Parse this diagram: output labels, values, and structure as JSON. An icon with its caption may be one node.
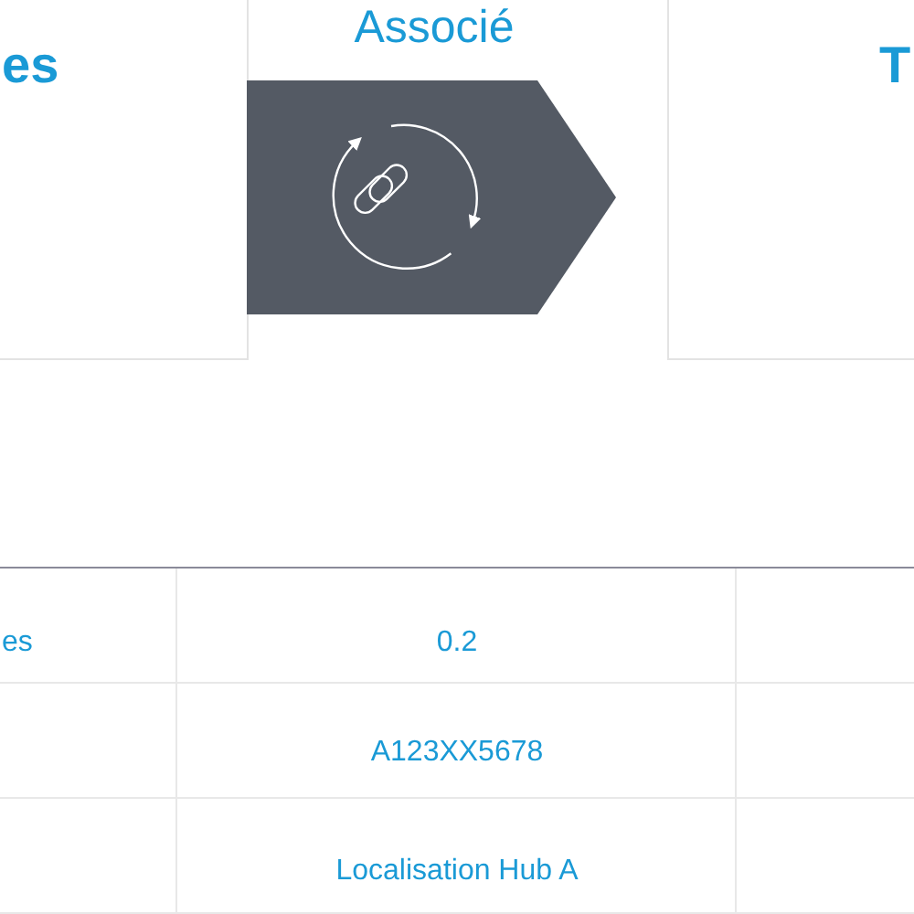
{
  "diagram": {
    "nodes": [
      {
        "text": [
          "es"
        ]
      },
      {
        "text": [
          "Associé"
        ]
      },
      {
        "text": [
          "T"
        ]
      }
    ],
    "labels": [
      "es",
      "0.2",
      "A123XX5678",
      "Localisation Hub A"
    ]
  }
}
